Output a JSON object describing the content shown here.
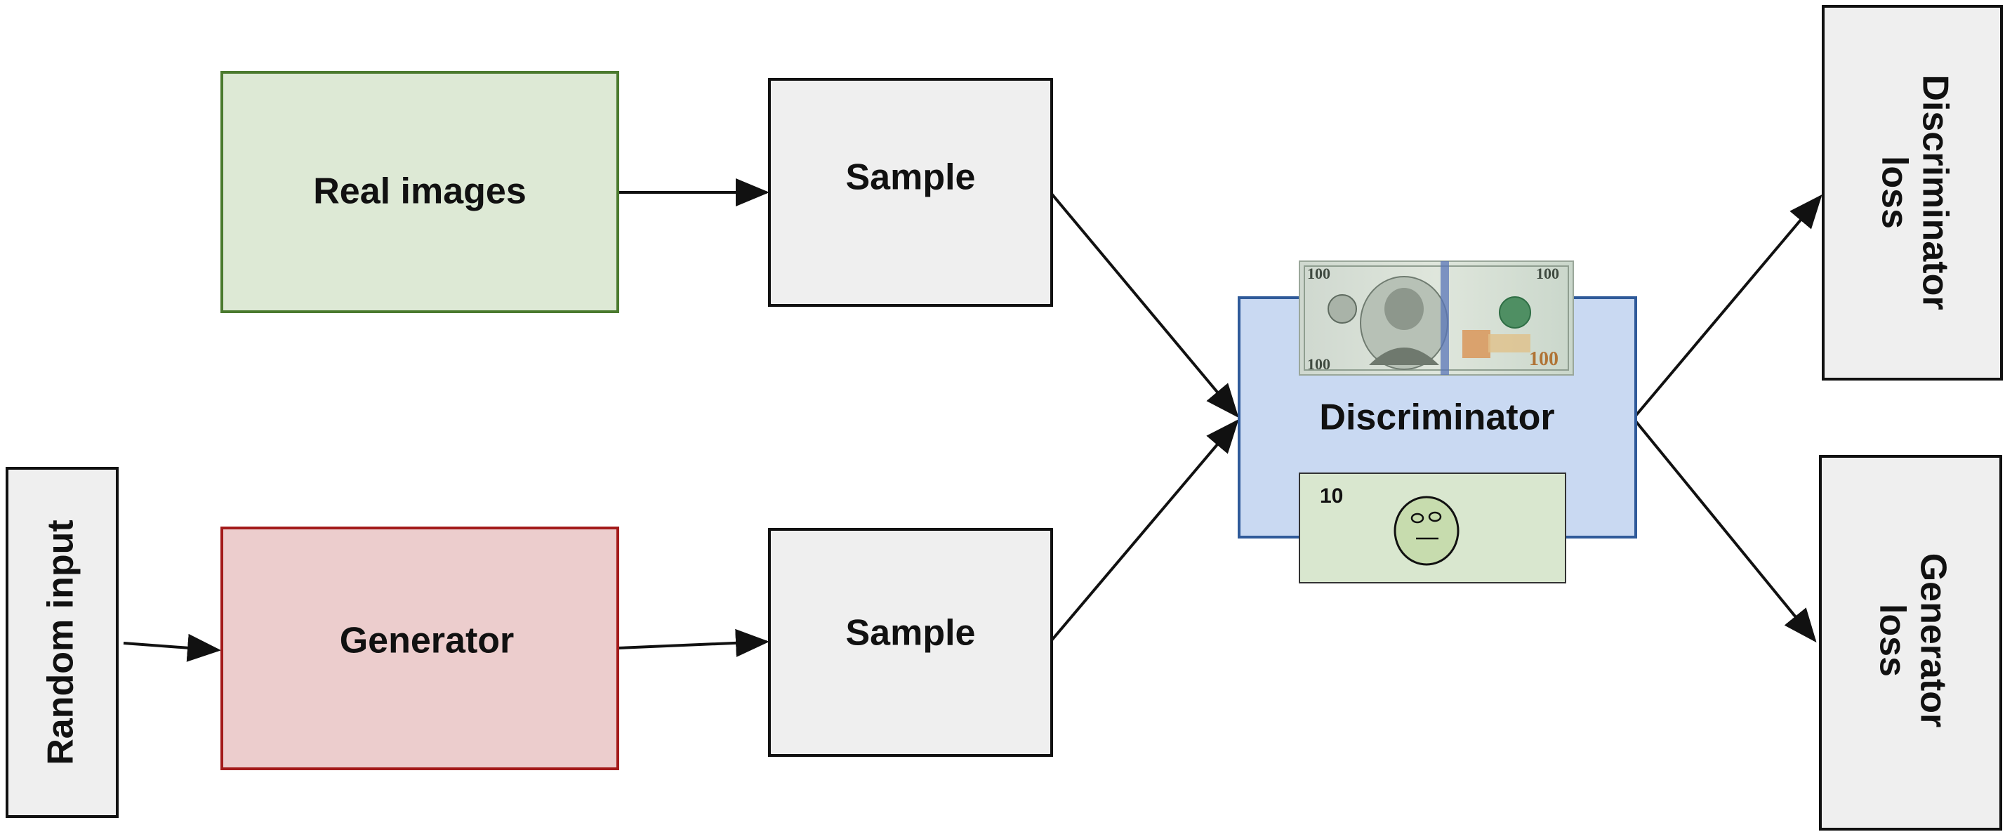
{
  "nodes": {
    "real_images": {
      "label": "Real images"
    },
    "sample_top": {
      "label": "Sample"
    },
    "random_input": {
      "label": "Random input"
    },
    "generator": {
      "label": "Generator"
    },
    "sample_bottom": {
      "label": "Sample"
    },
    "discriminator": {
      "label": "Discriminator"
    },
    "discriminator_loss": {
      "line1": "Discriminator",
      "line2": "loss"
    },
    "generator_loss": {
      "line1": "Generator",
      "line2": "loss"
    }
  },
  "fake_bill": {
    "denomination": "10"
  },
  "real_bill": {
    "denomination": "100"
  },
  "colors": {
    "real_images_fill": "#dde9d5",
    "real_images_border": "#4a7a2e",
    "generator_fill": "#eccdcd",
    "generator_border": "#a31a1a",
    "neutral_fill": "#efefef",
    "neutral_border": "#111111",
    "discriminator_fill": "#c9d9f2",
    "discriminator_border": "#2f5a9a",
    "fake_bill_fill": "#d9e7cf",
    "face_fill": "#c7dcae",
    "bill_green": "#8fb58a"
  },
  "icons": [
    "real-hundred-dollar-bill",
    "fake-ten-dollar-bill",
    "neutral-face-icon"
  ]
}
